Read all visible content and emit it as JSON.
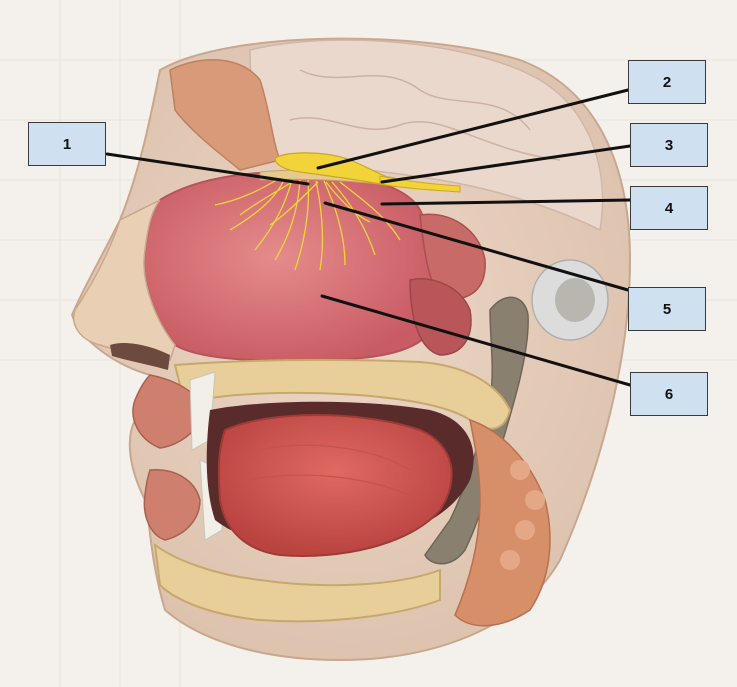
{
  "labels": {
    "l1": "1",
    "l2": "2",
    "l3": "3",
    "l4": "4",
    "l5": "5",
    "l6": "6"
  },
  "colors": {
    "background": "#f4f1ec",
    "label_fill": "#cfe0f1",
    "leader_line": "#111111",
    "olfactory_nerve": "#f2d43a",
    "nasal_mucosa": "#d9747a",
    "bone": "#e8cf9a",
    "skin": "#e3b79a"
  }
}
